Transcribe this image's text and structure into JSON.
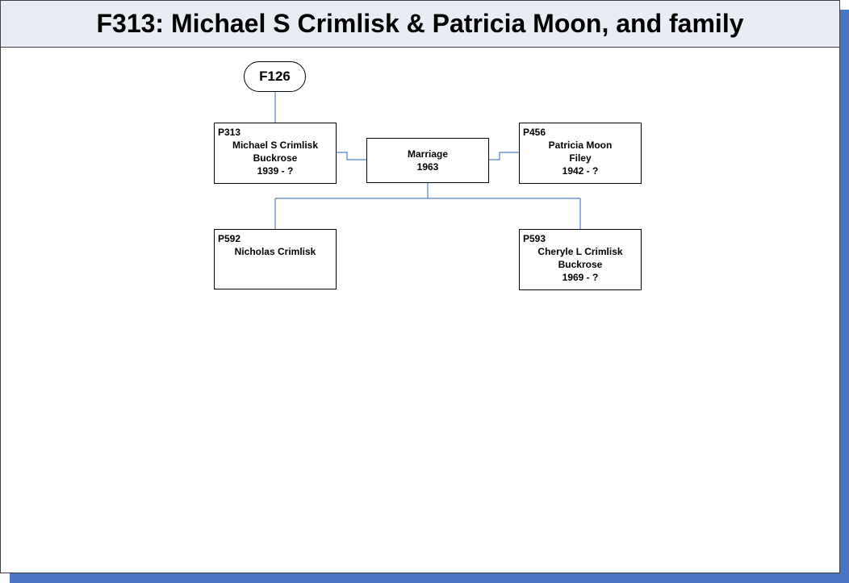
{
  "title": "F313: Michael S Crimlisk & Patricia Moon, and family",
  "parent_family": {
    "label": "F126"
  },
  "husband": {
    "id": "P313",
    "name": "Michael S Crimlisk",
    "place": "Buckrose",
    "dates": "1939 - ?"
  },
  "wife": {
    "id": "P456",
    "name": "Patricia Moon",
    "place": "Filey",
    "dates": "1942 - ?"
  },
  "marriage": {
    "label": "Marriage",
    "year": "1963"
  },
  "children": [
    {
      "id": "P592",
      "name": "Nicholas Crimlisk"
    },
    {
      "id": "P593",
      "name": "Cheryle L Crimlisk",
      "place": "Buckrose",
      "dates": "1969 - ?"
    }
  ],
  "colors": {
    "header_bg": "#e8ecf5",
    "shadow": "#4a74c4",
    "connector": "#4f7fc4"
  }
}
